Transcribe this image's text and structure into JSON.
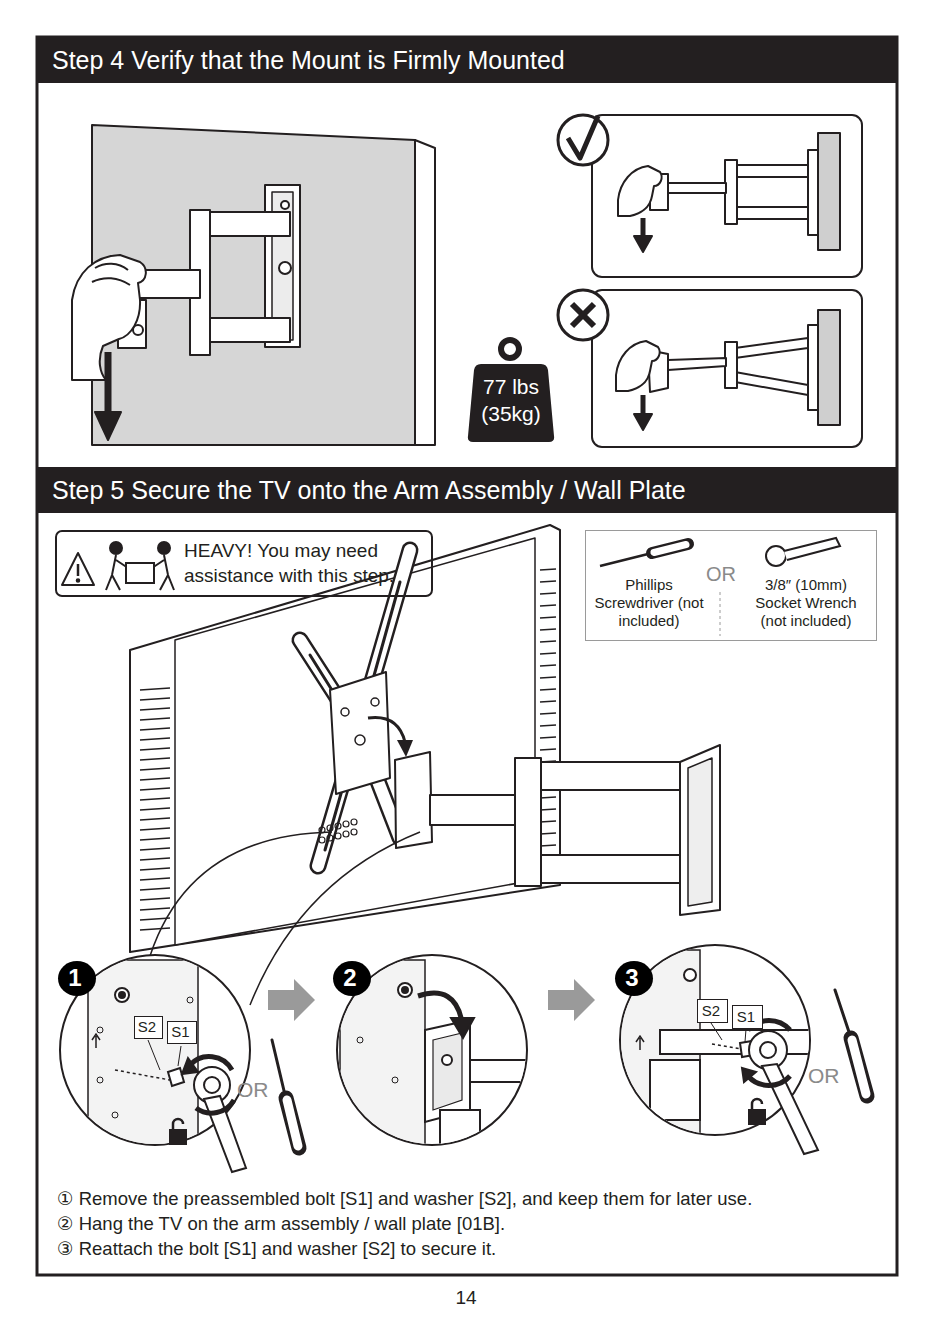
{
  "diagram": {
    "nodes": [
      {
        "text": [
          "Step 4 Verify that the Mount is Firmly Mounted"
        ]
      },
      {
        "text": [
          "77 lbs (35kg)"
        ]
      },
      {
        "text": [
          "Step 5 Secure the TV onto the Arm Assembly / Wall Plate"
        ]
      },
      {
        "text": [
          "HEAVY! You may need assistance with this step."
        ]
      },
      {
        "text": [
          "Phillips Screwdriver (not included)",
          "OR",
          "3/8″ (10mm) Socket Wrench (not included)"
        ]
      },
      {
        "text": [
          "1"
        ]
      },
      {
        "text": [
          "S2"
        ]
      },
      {
        "text": [
          "S1"
        ]
      },
      {
        "text": [
          "2"
        ]
      },
      {
        "text": [
          "3"
        ]
      },
      {
        "text": [
          "S2"
        ]
      },
      {
        "text": [
          "S1"
        ]
      }
    ],
    "labels": [
      "OR",
      "OR",
      "① Remove the preassembled bolt [S1] and washer [S2], and keep them for later use.",
      "② Hang the TV on the arm assembly / wall plate [01B].",
      "③ Reattach the bolt [S1] and washer [S2] to secure it.",
      "14"
    ]
  }
}
